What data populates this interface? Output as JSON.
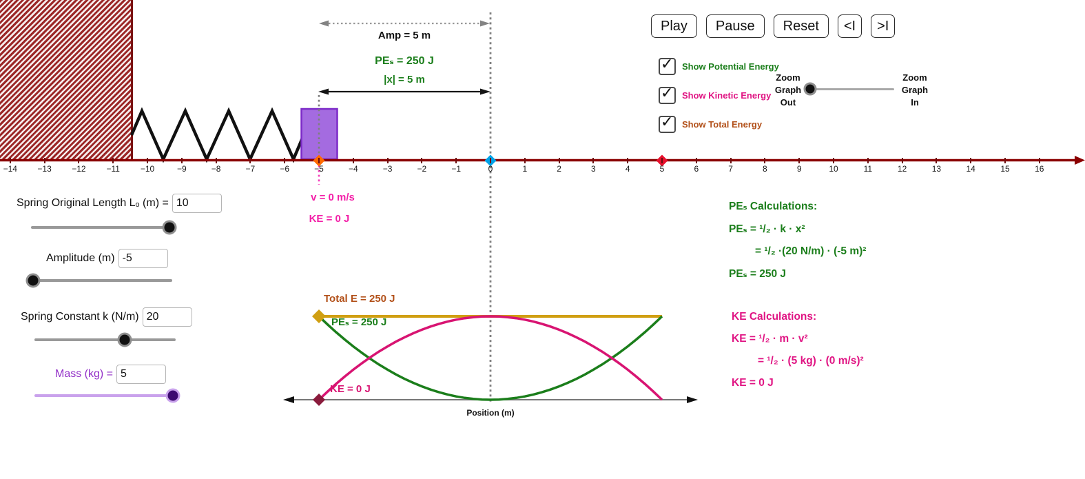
{
  "toolbar": {
    "play": "Play",
    "pause": "Pause",
    "reset": "Reset",
    "step_back": "<I",
    "step_forward": ">I"
  },
  "display_options": {
    "items": [
      {
        "label": "Show Potential Energy",
        "checked": true,
        "color": "#1b7e1b"
      },
      {
        "label": "Show Kinetic Energy",
        "checked": true,
        "color": "#e01483"
      },
      {
        "label": "Show Total Energy",
        "checked": true,
        "color": "#b25019"
      }
    ],
    "zoom": {
      "left": [
        "Zoom",
        "Graph",
        "Out"
      ],
      "right": [
        "Zoom",
        "Graph",
        "In"
      ],
      "value": 0.06
    }
  },
  "controls": [
    {
      "label": "Spring Original Length Lₒ (m)  =",
      "value": "10",
      "slider_pos": 0.966
    },
    {
      "label": "Amplitude (m)",
      "value": "-5",
      "slider_pos": 0.015
    },
    {
      "label": "Spring Constant k  (N/m)",
      "value": "20",
      "slider_pos": 0.64
    },
    {
      "label": "Mass (kg)  =",
      "value": "5",
      "slider_pos": 0.966,
      "accent": "#9330c8"
    }
  ],
  "scene": {
    "amp_label": "Amp = 5  m",
    "pe_label": "PEₛ = 250 J",
    "x_label": "|x|  =  5 m",
    "v_label": "v  =  0 m/s",
    "ke_label": "KE = 0 J",
    "block_color": "#a46be0",
    "wall_color": "#9b2626",
    "axis_color": "#8b0000"
  },
  "chart_data": {
    "type": "line",
    "title": "",
    "xlabel": "Position (m)",
    "ylabel": "",
    "x_range": [
      -5,
      5
    ],
    "ylim": [
      0,
      250
    ],
    "grid": false,
    "series": [
      {
        "name": "Total E",
        "label": "Total E = 250 J",
        "color": "#d09f12",
        "shape": "constant",
        "value": 250
      },
      {
        "name": "PE_S",
        "label": "PEₛ = 250 J",
        "color": "#1b7e1b",
        "shape": "parabola",
        "points": [
          [
            -5,
            250
          ],
          [
            0,
            0
          ],
          [
            5,
            250
          ]
        ]
      },
      {
        "name": "KE",
        "label": "KE = 0 J",
        "color": "#d81472",
        "shape": "parabola",
        "points": [
          [
            -5,
            0
          ],
          [
            0,
            250
          ],
          [
            5,
            0
          ]
        ]
      }
    ],
    "current_position_m": -5,
    "number_line": {
      "min": -14,
      "max": 16,
      "unit": "m",
      "markers": [
        {
          "value": -5,
          "color": "#ff6a00",
          "name": "block-position-point",
          "interactable": true
        },
        {
          "value": 0,
          "color": "#00a2e8",
          "name": "equilibrium-point",
          "interactable": false
        },
        {
          "value": 5,
          "color": "#e8112d",
          "name": "amplitude-point",
          "interactable": true
        }
      ]
    }
  },
  "calculations": {
    "pe": {
      "title": "PEₛ Calculations:",
      "color": "#1b7e1b",
      "lines": [
        "PEₛ  =  ¹/₂ · k · x²",
        "=   ¹/₂ ·(20 N/m) · (-5 m)²",
        "PEₛ  = 250 J"
      ]
    },
    "ke": {
      "title": "KE Calculations:",
      "color": "#e01483",
      "lines": [
        "KE  =  ¹/₂ · m · v²",
        "= ¹/₂ · (5 kg) · (0 m/s)²",
        "KE  =  0 J"
      ]
    }
  }
}
